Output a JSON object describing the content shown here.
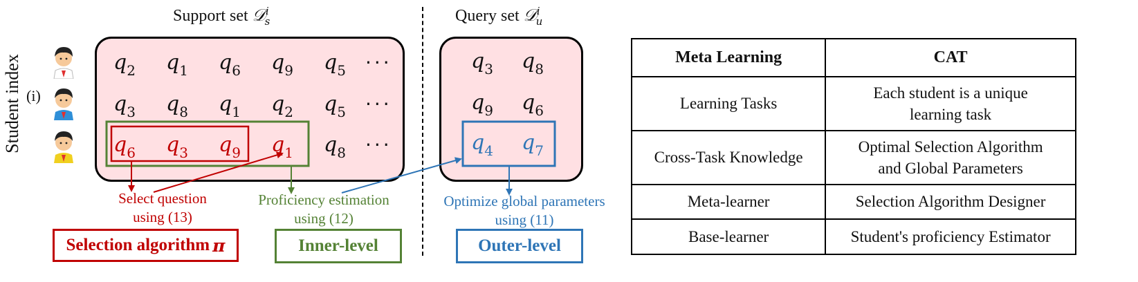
{
  "support_set": {
    "title": "Support set ",
    "symbol": "𝒟",
    "sub": "s",
    "sup": "i",
    "rows": [
      [
        "2",
        "1",
        "6",
        "9",
        "5"
      ],
      [
        "3",
        "8",
        "1",
        "2",
        "5"
      ],
      [
        "6",
        "3",
        "9",
        "1",
        "8"
      ]
    ],
    "dots": "···"
  },
  "query_set": {
    "title": "Query set ",
    "symbol": "𝒟",
    "sub": "u",
    "sup": "i",
    "rows": [
      [
        "3",
        "8"
      ],
      [
        "9",
        "6"
      ],
      [
        "4",
        "7"
      ]
    ]
  },
  "student_label": "Student index",
  "student_i": "(i)",
  "notes": {
    "select": [
      "Select question",
      "using (13)"
    ],
    "proficiency": [
      "Proficiency estimation",
      "using (12)"
    ],
    "optimize": [
      "Optimize global parameters",
      "using (11)"
    ]
  },
  "tags": {
    "selection": "Selection algorithm ",
    "selection_pi": "π",
    "inner": "Inner-level",
    "outer": "Outer-level"
  },
  "table": {
    "headers": [
      "Meta Learning",
      "CAT"
    ],
    "rows": [
      [
        "Learning Tasks",
        [
          "Each student is a unique",
          "learning task"
        ]
      ],
      [
        "Cross-Task Knowledge",
        [
          "Optimal Selection Algorithm",
          "and Global Parameters"
        ]
      ],
      [
        "Meta-learner",
        [
          "Selection Algorithm Designer"
        ]
      ],
      [
        "Base-learner",
        [
          "Student's proficiency Estimator"
        ]
      ]
    ]
  },
  "colors": {
    "red": "#c00000",
    "green": "#548235",
    "blue": "#2e75b6",
    "panel": "#ffe0e3"
  }
}
